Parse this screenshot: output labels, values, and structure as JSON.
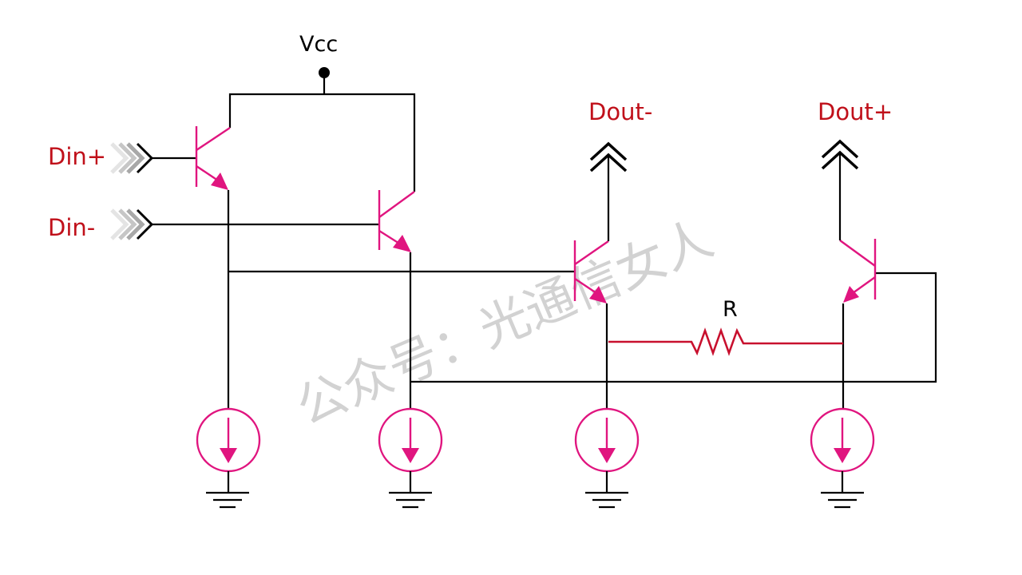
{
  "diagram": {
    "title": "Differential driver circuit (CML/ECL style)",
    "labels": {
      "vcc": "Vcc",
      "din_plus": "Din+",
      "din_minus": "Din-",
      "dout_minus": "Dout-",
      "dout_plus": "Dout+",
      "resistor": "R"
    },
    "watermark": "公众号：光通信女人",
    "components": {
      "transistors": [
        "Q-Din+",
        "Q-Din-",
        "Q-Dout-",
        "Q-Dout+"
      ],
      "current_sources": 4,
      "grounds": 4,
      "resistors": 1
    },
    "colors": {
      "transistor": "#e0157f",
      "resistor": "#c8102e",
      "label_red": "#c0101a",
      "wire": "#000000",
      "watermark": "#d2d2d2"
    }
  }
}
